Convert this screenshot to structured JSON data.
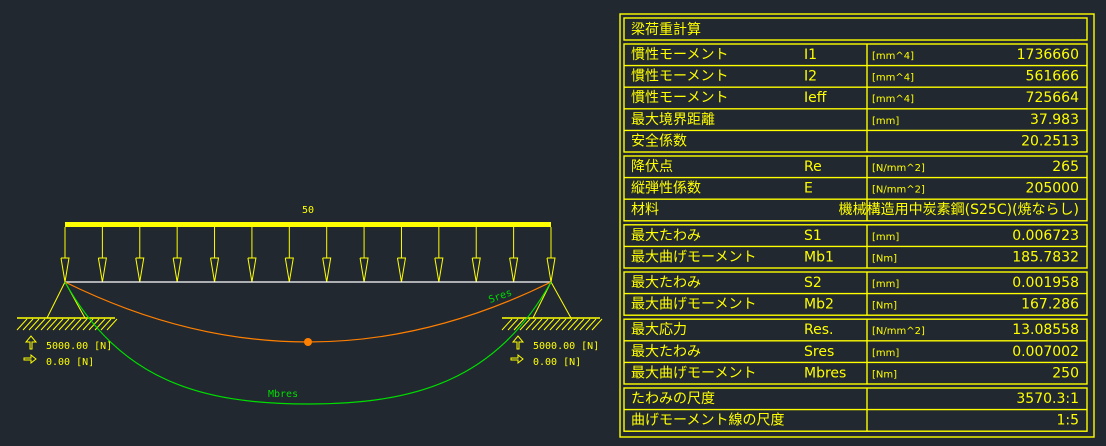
{
  "colors": {
    "background": "#212830",
    "drawing": "#ffff00",
    "beam": "#ffffff",
    "deflection": "#ff7f00",
    "moment": "#00dd00"
  },
  "diagram": {
    "load_label": "50",
    "deflection_label": "Sres",
    "moment_label": "Mbres",
    "left_support": {
      "vertical": "5000.00 [N]",
      "horizontal": "0.00 [N]"
    },
    "right_support": {
      "vertical": "5000.00 [N]",
      "horizontal": "0.00 [N]"
    }
  },
  "table": {
    "title": "梁荷重計算",
    "groups": [
      [
        {
          "label": "慣性モーメント",
          "symbol": "I1",
          "unit": "[mm^4]",
          "value": "1736660"
        },
        {
          "label": "慣性モーメント",
          "symbol": "I2",
          "unit": "[mm^4]",
          "value": "561666"
        },
        {
          "label": "慣性モーメント",
          "symbol": "Ieff",
          "unit": "[mm^4]",
          "value": "725664"
        },
        {
          "label": "最大境界距離",
          "symbol": "",
          "unit": "[mm]",
          "value": "37.983"
        },
        {
          "label": "安全係数",
          "symbol": "",
          "unit": "",
          "value": "20.2513"
        }
      ],
      [
        {
          "label": "降伏点",
          "symbol": "Re",
          "unit": "[N/mm^2]",
          "value": "265"
        },
        {
          "label": "縦弾性係数",
          "symbol": "E",
          "unit": "[N/mm^2]",
          "value": "205000"
        },
        {
          "label": "材料",
          "symbol": "",
          "unit": "",
          "value": "機械構造用中炭素鋼(S25C)(焼ならし)"
        }
      ],
      [
        {
          "label": "最大たわみ",
          "symbol": "S1",
          "unit": "[mm]",
          "value": "0.006723"
        },
        {
          "label": "最大曲げモーメント",
          "symbol": "Mb1",
          "unit": "[Nm]",
          "value": "185.7832"
        }
      ],
      [
        {
          "label": "最大たわみ",
          "symbol": "S2",
          "unit": "[mm]",
          "value": "0.001958"
        },
        {
          "label": "最大曲げモーメント",
          "symbol": "Mb2",
          "unit": "[Nm]",
          "value": "167.286"
        }
      ],
      [
        {
          "label": "最大応力",
          "symbol": "Res.",
          "unit": "[N/mm^2]",
          "value": "13.08558"
        },
        {
          "label": "最大たわみ",
          "symbol": "Sres",
          "unit": "[mm]",
          "value": "0.007002"
        },
        {
          "label": "最大曲げモーメント",
          "symbol": "Mbres",
          "unit": "[Nm]",
          "value": "250"
        }
      ],
      [
        {
          "label": "たわみの尺度",
          "symbol": "",
          "unit": "",
          "value": "3570.3:1"
        },
        {
          "label": "曲げモーメント線の尺度",
          "symbol": "",
          "unit": "",
          "value": "1:5"
        }
      ]
    ]
  }
}
